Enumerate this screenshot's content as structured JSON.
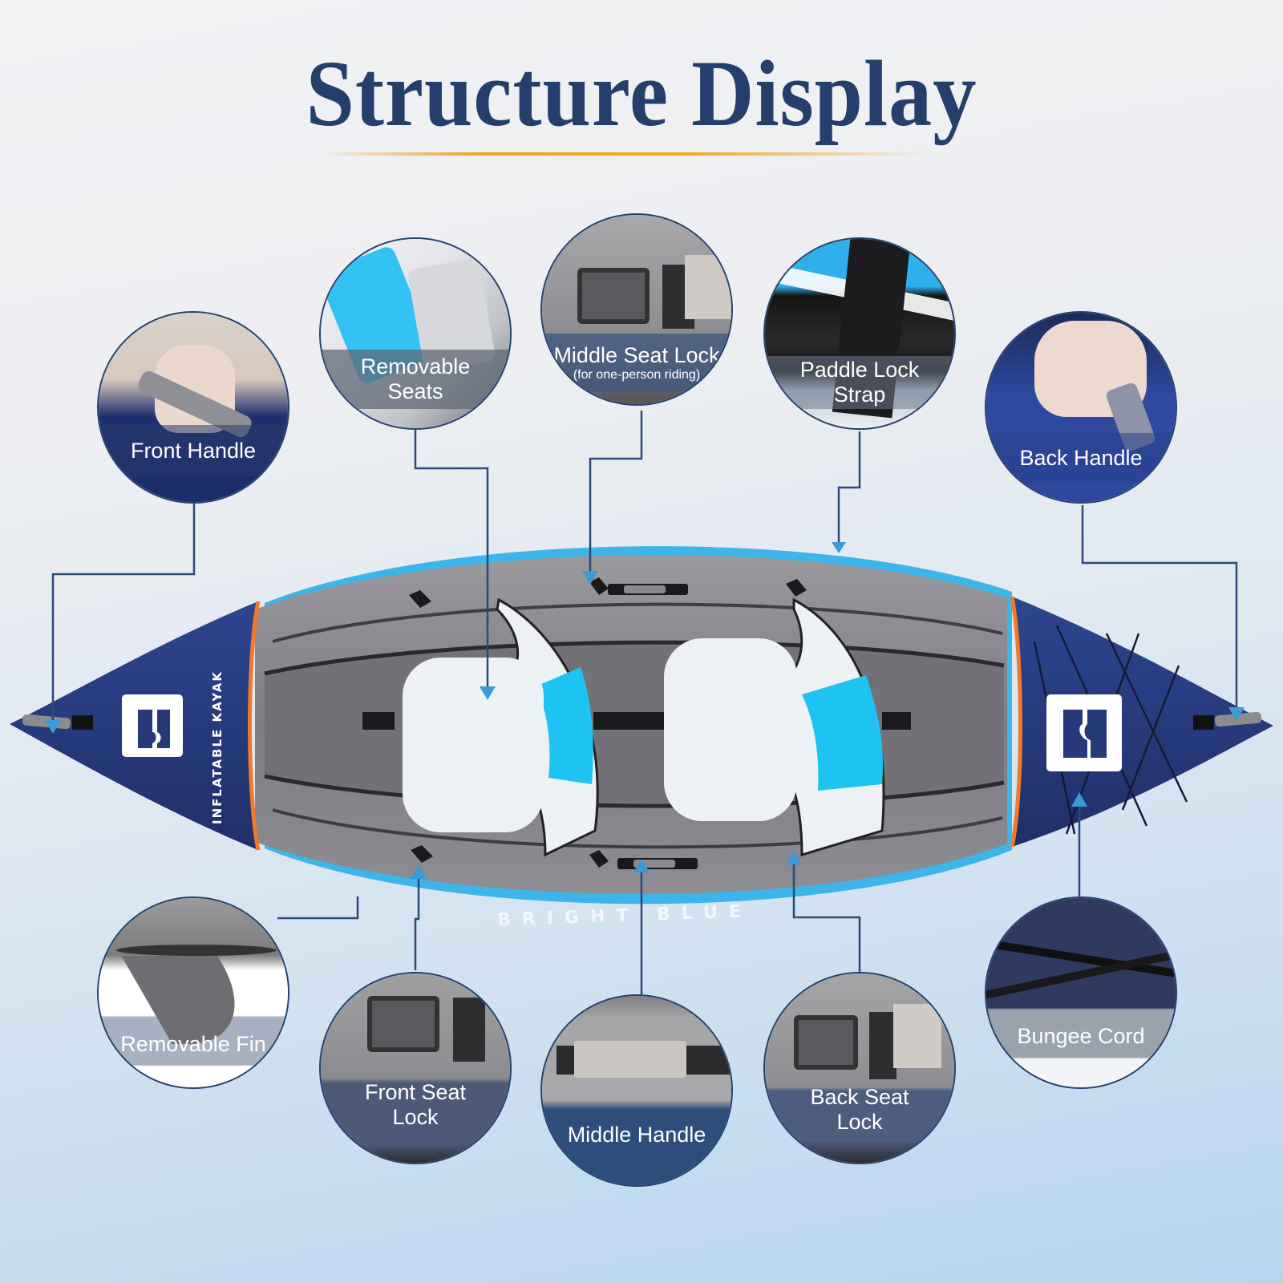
{
  "header": {
    "title": "Structure Display",
    "accent_color": "#f5a623",
    "title_color": "#243f6b"
  },
  "kayak": {
    "side_text": "INFLATABLE KAYAK",
    "hull_text": "BRIGHT BLUE",
    "logo_icon": "brand-logo-icon",
    "colors": {
      "deck_navy": "#263a7a",
      "tube_blue": "#3db5e8",
      "interior_gray": "#8f8f94",
      "seat_white": "#eef1f4",
      "seat_cyan": "#1fc3f2",
      "trim_orange": "#f07a2a"
    }
  },
  "callouts": [
    {
      "id": "front-handle",
      "label": "Front Handle"
    },
    {
      "id": "removable-seats",
      "label": "Removable Seats",
      "lines": [
        "Removable",
        "Seats"
      ]
    },
    {
      "id": "middle-seat-lock",
      "label": "Middle Seat Lock",
      "sub": "(for one-person riding)"
    },
    {
      "id": "paddle-lock-strap",
      "label": "Paddle Lock Strap",
      "lines": [
        "Paddle Lock",
        "Strap"
      ]
    },
    {
      "id": "back-handle",
      "label": "Back Handle"
    },
    {
      "id": "removable-fin",
      "label": "Removable Fin"
    },
    {
      "id": "front-seat-lock",
      "label": "Front Seat Lock",
      "lines": [
        "Front Seat",
        "Lock"
      ]
    },
    {
      "id": "middle-handle",
      "label": "Middle Handle"
    },
    {
      "id": "back-seat-lock",
      "label": "Back Seat Lock",
      "lines": [
        "Back Seat",
        "Lock"
      ]
    },
    {
      "id": "bungee-cord",
      "label": "Bungee Cord"
    }
  ],
  "line_color": "#2b4a78",
  "marker_color": "#3a9bd6"
}
